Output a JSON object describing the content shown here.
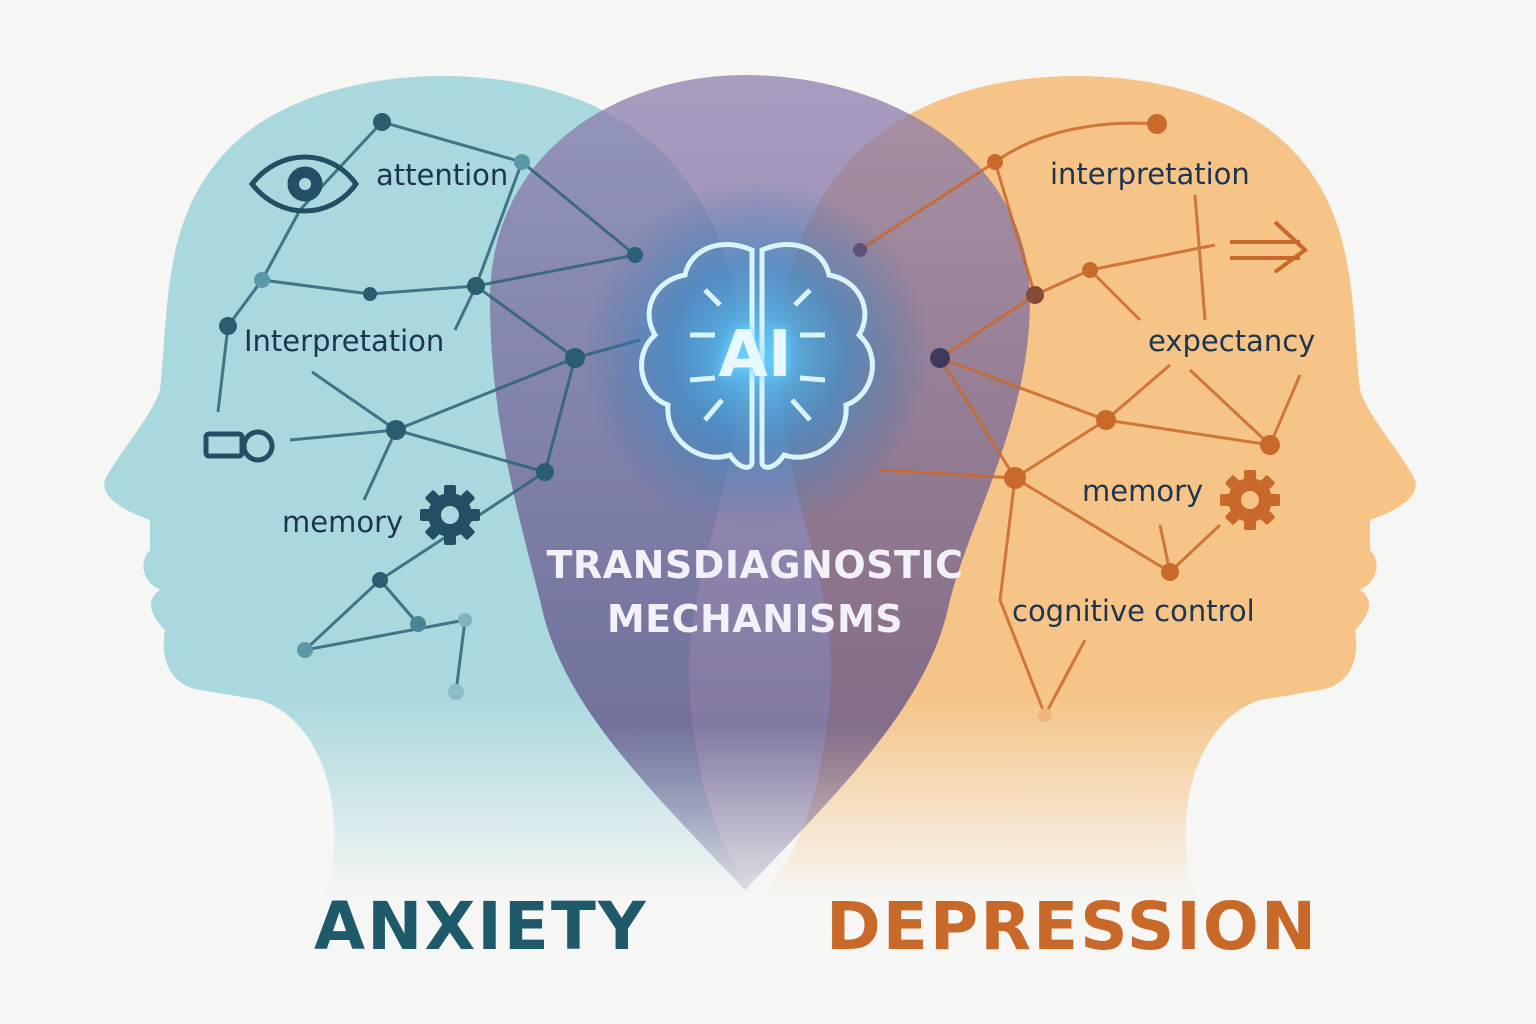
{
  "center": {
    "badge": "AI",
    "title_line1": "TRANSDIAGNOSTIC",
    "title_line2": "MECHANISMS"
  },
  "left": {
    "title": "ANXIETY",
    "labels": [
      "attention",
      "Interpretation",
      "memory"
    ],
    "color": "#1f5a6a",
    "head_color": "#a9d8de"
  },
  "right": {
    "title": "DEPRESSION",
    "labels": [
      "interpretation",
      "expectancy",
      "memory",
      "cognitive control"
    ],
    "color": "#c8692a",
    "head_color": "#f5c486"
  },
  "overlap_color": "#6f6496"
}
